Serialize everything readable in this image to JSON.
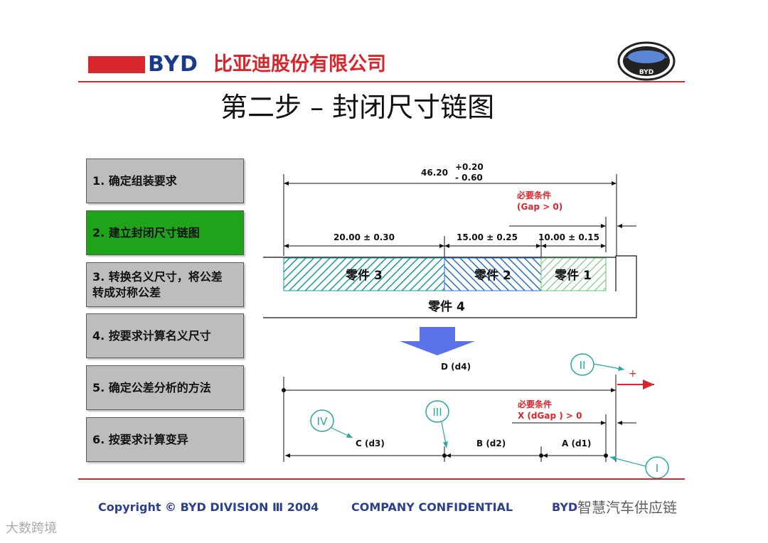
{
  "header": {
    "brand": "BYD",
    "company": "比亚迪股份有限公司",
    "emblem_text": "BYD"
  },
  "title": "第二步 – 封闭尺寸链图",
  "steps": [
    {
      "label": "1. 确定组装要求",
      "active": false
    },
    {
      "label": "2. 建立封闭尺寸链图",
      "active": true
    },
    {
      "label": "3. 转换名义尺寸，将公差\n转成对称公差",
      "active": false
    },
    {
      "label": "4. 按要求计算名义尺寸",
      "active": false
    },
    {
      "label": "5. 确定公差分析的方法",
      "active": false
    },
    {
      "label": "6. 按要求计算变异",
      "active": false
    }
  ],
  "diagram": {
    "total_nominal": "46.20",
    "total_tol_plus": "+0.20",
    "total_tol_minus": "- 0.60",
    "req_line1": "必要条件",
    "req_line2": "(Gap > 0)",
    "dim3": "20.00 ± 0.30",
    "dim2": "15.00 ± 0.25",
    "dim1": "10.00 ± 0.15",
    "part3": "零件 3",
    "part2": "零件 2",
    "part1": "零件 1",
    "part4": "零件 4",
    "vec_d4": "D (d4)",
    "req2_line1": "必要条件",
    "req2_line2": "X (dGap ) > 0",
    "vec_c": "C (d3)",
    "vec_b": "B (d2)",
    "vec_a": "A (d1)",
    "roman_i": "I",
    "roman_ii": "II",
    "roman_iii": "III",
    "roman_iv": "IV",
    "plus_sign": "+"
  },
  "footer": {
    "copyright": "Copyright © BYD  DIVISION Ⅲ 2004",
    "confidential": "COMPANY CONFIDENTIAL",
    "right_text": "BYD"
  },
  "watermark": {
    "right": "智慧汽车供应链",
    "left": "大数跨境"
  },
  "colors": {
    "brand_red": "#d9262c",
    "brand_blue": "#1a3a8c",
    "active_step": "#1ea31a",
    "step_gray": "#bdbdbd",
    "hatch_teal": "#1a9a9a",
    "hatch_blue": "#2a6fcc",
    "hatch_green": "#6cc07a",
    "arrow_blue": "#5b73e8",
    "callout_teal": "#2aa6a6"
  }
}
